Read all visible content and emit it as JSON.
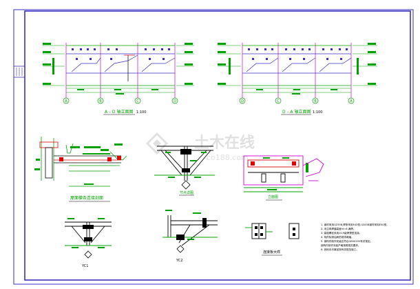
{
  "drawing": {
    "background": "#ffffff",
    "frame_color": "#3a2ec2",
    "line_colors": {
      "blue": "#3a2ec2",
      "green": "#00a000",
      "magenta": "#d000d0",
      "red": "#e00000",
      "yellow": "#c8c800",
      "black": "#000000"
    },
    "watermark": {
      "cn_text": "土木在线",
      "en_text": "co188.com",
      "color": "#c8c8c8"
    }
  },
  "views": {
    "elev_a": {
      "title": "A – D 轴立面图",
      "scale": "1:100",
      "axis_labels": [
        "A",
        "B",
        "C",
        "D"
      ]
    },
    "elev_d": {
      "title": "D – A 轴立面图",
      "scale": "1:100",
      "axis_labels": [
        "D",
        "C",
        "B",
        "A"
      ]
    },
    "section_detail": {
      "title": "屋面檩条连接剖面"
    },
    "detail_center": {
      "title": "节点详图"
    },
    "detail_right": {
      "title": "立面图"
    },
    "detail_bottom_left": {
      "title": "YC1"
    },
    "detail_bottom_center": {
      "title": "YC2"
    },
    "detail_small": {
      "title": "连接板大样"
    },
    "notes": {
      "lines": [
        "1. 钢材采用Q235B,焊条采用E43型,Q345B钢材采用E50型。",
        "2. 未注明焊缝高度hf=6,满焊。",
        "3. 高强螺栓采用10.9级摩擦型连接。",
        "4. 构件除锈后刷防锈漆两遍。",
        "5. 钢构件制作安装应符合GB50205有关规定。",
        "   钢构件制作安装严格按照规范要求。",
        "6. 其他未尽事宜按有关规范施工。"
      ]
    }
  }
}
